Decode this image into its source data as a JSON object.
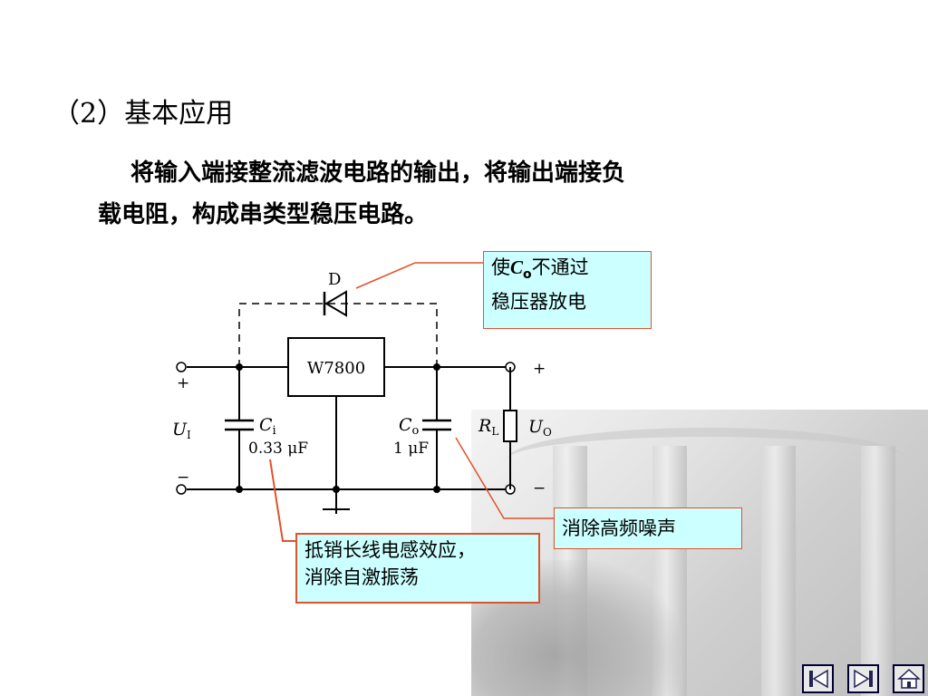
{
  "heading": "（2）基本应用",
  "paragraph": {
    "line1": "将输入端接整流滤波电路的输出，将输出端接负",
    "line2": "载电阻，构成串类型稳压电路。"
  },
  "circuit": {
    "diode_label": "D",
    "regulator_label": "W7800",
    "input_plus": "+",
    "input_minus": "−",
    "input_label_main": "U",
    "input_label_sub": "I",
    "ci_label_main": "C",
    "ci_label_sub": "i",
    "ci_value": "0.33 μF",
    "co_label_main": "C",
    "co_label_sub": "o",
    "co_value": "1 μF",
    "rl_label_main": "R",
    "rl_label_sub": "L",
    "output_label_main": "U",
    "output_label_sub": "O",
    "output_plus": "+",
    "output_minus": "−"
  },
  "callouts": {
    "diode_note_pre": "使",
    "diode_note_c": "C",
    "diode_note_sub": "o",
    "diode_note_post": "不通过",
    "diode_note_line2": "稳压器放电",
    "co_note": "消除高频噪声",
    "ci_note_line1": "抵销长线电感效应，",
    "ci_note_line2": "消除自激振荡"
  },
  "nav": {
    "first_icon": "skip-back-icon",
    "last_icon": "skip-forward-icon",
    "home_icon": "home-icon"
  },
  "colors": {
    "callout_bg": "#ccffff",
    "callout_border": "#e0522b"
  }
}
